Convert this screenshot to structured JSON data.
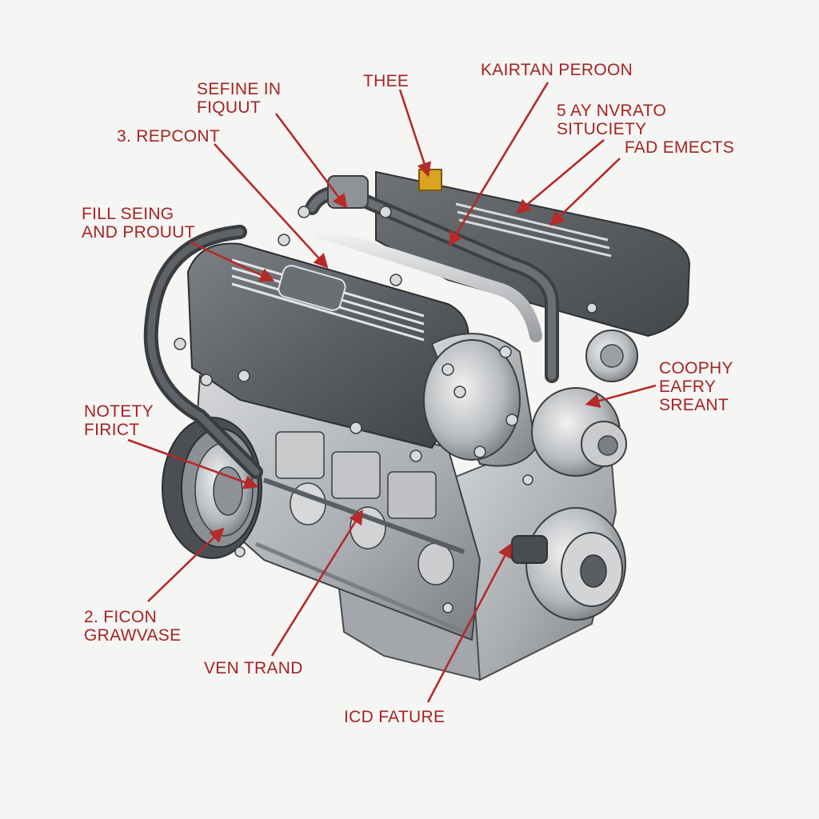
{
  "colors": {
    "label": "#a32424",
    "leader": "#b52a2a",
    "engine_dark": "#55585c",
    "engine_mid": "#8a8d91",
    "engine_light": "#d6d8da",
    "accent_cap": "#d9a520"
  },
  "labels": {
    "seine": [
      "SEFINE IN",
      "FIQUUT"
    ],
    "thee": [
      "THEE"
    ],
    "kairtan": [
      "KAIRTAN PEROON"
    ],
    "nvrato": [
      "5 AY NVRATO",
      "SITUCIETY",
      "FAD EMECTS"
    ],
    "repcont": [
      "3. REPCONT"
    ],
    "fill": [
      "FILL SEING",
      "AND PROUUT"
    ],
    "coophy": [
      "COOPHY",
      "EAFRY",
      "SREANT"
    ],
    "notety": [
      "NOTETY",
      "FIRICT"
    ],
    "ficon": [
      "2. FICON",
      "GRAWVASE"
    ],
    "ventrand": [
      "VEN TRAND"
    ],
    "icd": [
      "ICD FATURE"
    ]
  },
  "icons": [
    "engine-illustration",
    "leader-arrow"
  ]
}
